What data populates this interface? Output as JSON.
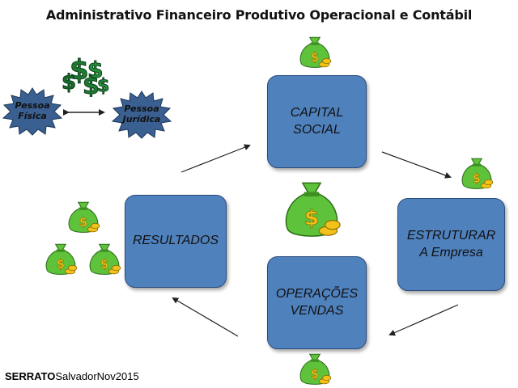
{
  "title": "Administrativo Financeiro Produtivo Operacional e Contábil",
  "nodes": {
    "capital": {
      "line1": "CAPITAL",
      "line2": "SOCIAL"
    },
    "estruturar": {
      "line1": "ESTRUTURAR",
      "line2": "A Empresa"
    },
    "operacoes": {
      "line1": "OPERAÇÕES",
      "line2": "VENDAS"
    },
    "resultados": {
      "line1": "RESULTADOS"
    }
  },
  "persons": {
    "fisica": {
      "line1": "Pessoa",
      "line2": "Física"
    },
    "juridica": {
      "line1": "Pessoa",
      "line2": "Jurídica"
    }
  },
  "footer": {
    "author": "SERRATO",
    "rest": "SalvadorNov2015"
  },
  "colors": {
    "box": "#4f81bd",
    "star": "#3a5f91",
    "bag": "#5ec23a",
    "coin": "#f2c21b",
    "dollar": "#1d7a2e"
  }
}
